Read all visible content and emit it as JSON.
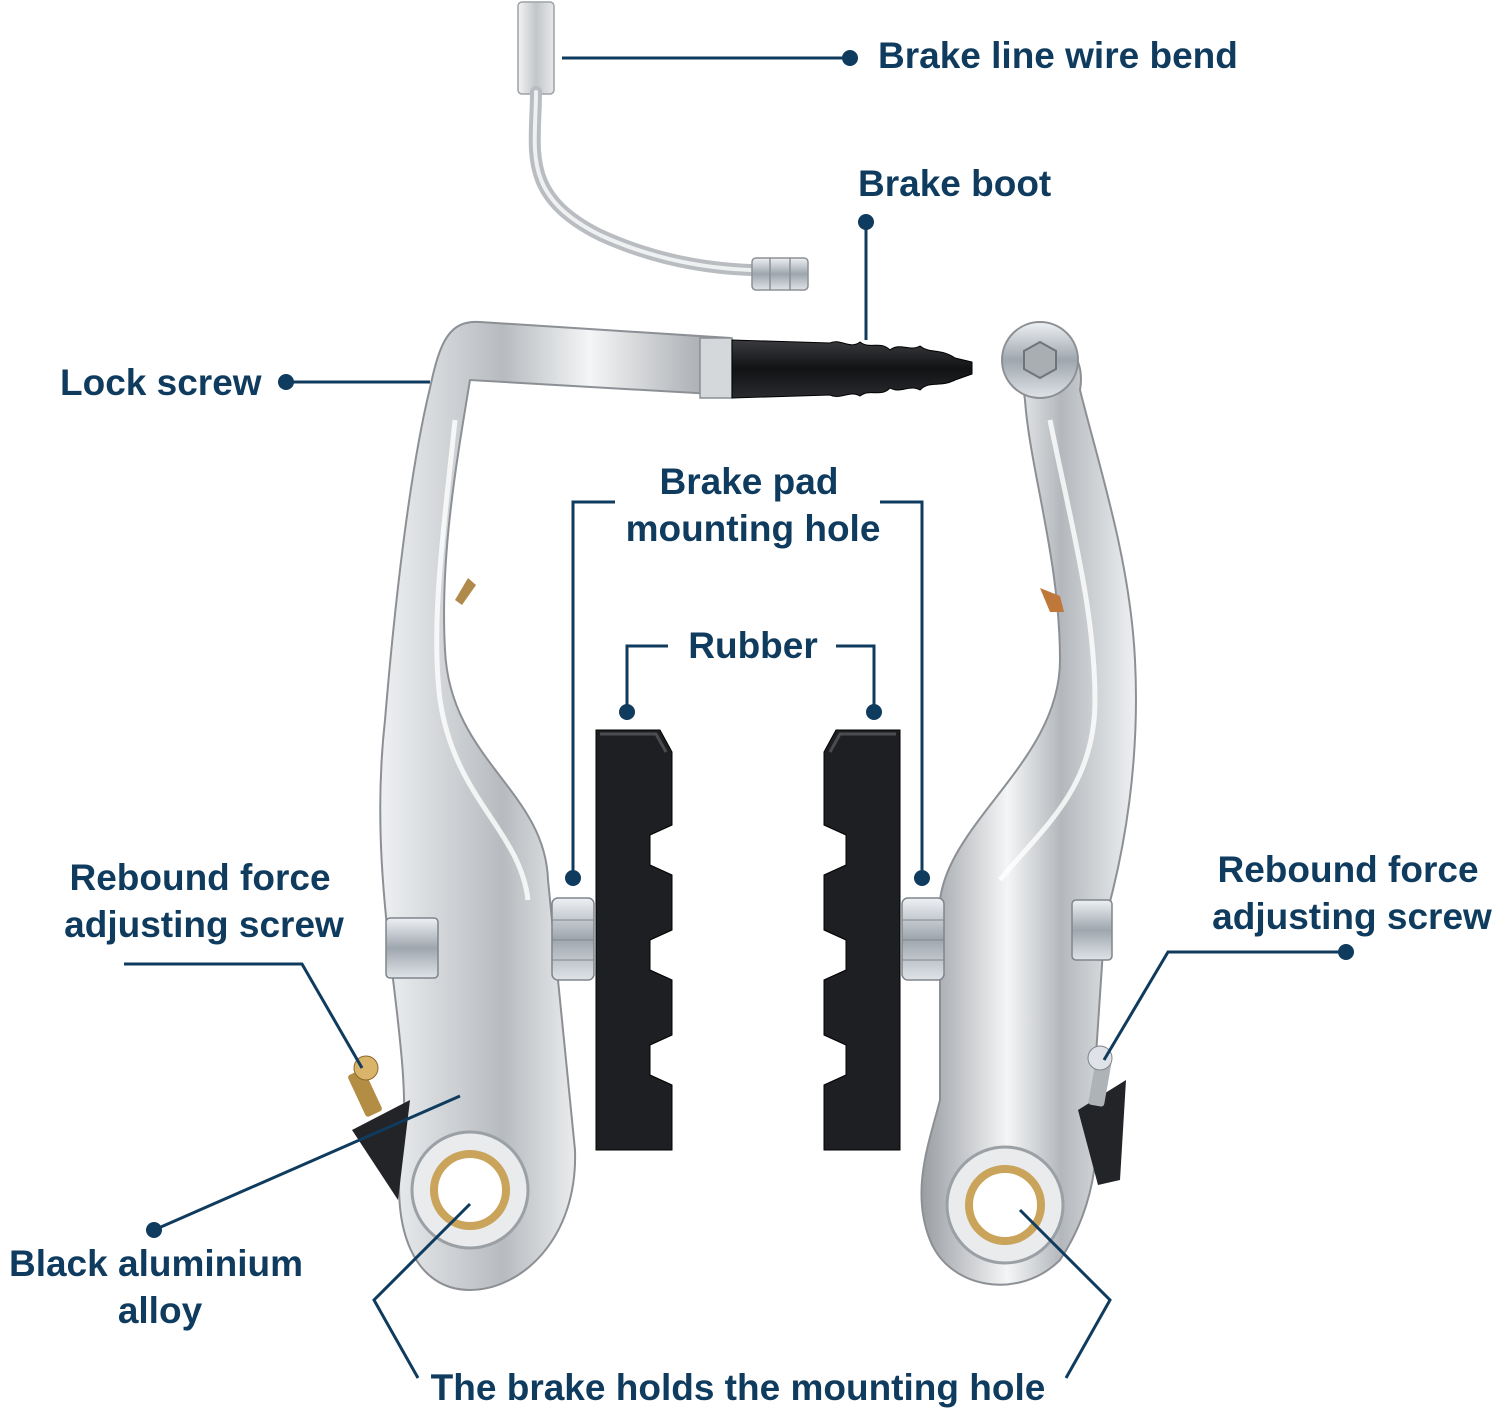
{
  "diagram": {
    "labels": {
      "brake_line": "Brake line wire bend",
      "brake_boot": "Brake boot",
      "lock_screw": "Lock screw",
      "pad_hole_line1": "Brake pad",
      "pad_hole_line2": "mounting hole",
      "rubber": "Rubber",
      "rebound_left_line1": "Rebound force",
      "rebound_left_line2": "adjusting screw",
      "rebound_right_line1": "Rebound force",
      "rebound_right_line2": "adjusting screw",
      "black_alloy_line1": "Black aluminium",
      "black_alloy_line2": "alloy",
      "mounting_hole": "The brake holds the mounting hole"
    },
    "colors": {
      "label": "#0f3b5e",
      "metal": "#c9cccf",
      "metal_dark": "#8e9296",
      "rubber": "#1e1f22",
      "brass": "#c9a45a",
      "background": "#ffffff"
    }
  }
}
